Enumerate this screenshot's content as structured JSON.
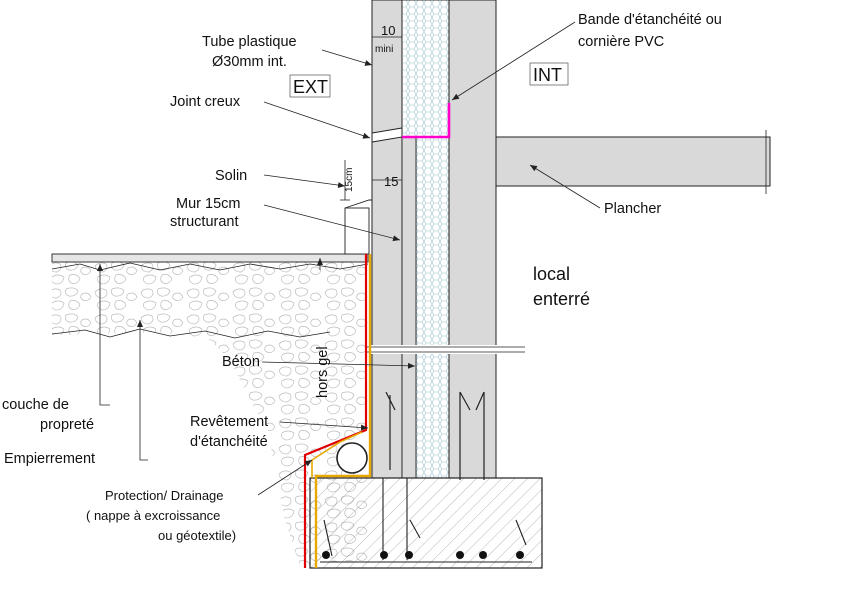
{
  "labels": {
    "tube_1": "Tube plastique",
    "tube_2": "Ø30mm int.",
    "ext": "EXT",
    "int": "INT",
    "joint": "Joint creux",
    "solin": "Solin",
    "mur_1": "Mur 15cm",
    "mur_2": "structurant",
    "bande_1": "Bande d'étanchéité ou",
    "bande_2": "cornière PVC",
    "plancher": "Plancher",
    "local_1": "local",
    "local_2": "enterré",
    "beton": "Béton",
    "hors_gel": "hors gel",
    "couche_1": "couche de",
    "couche_2": "propreté",
    "empierrement": "Empierrement",
    "revetement_1": "Revêtement",
    "revetement_2": "d'étanchéité",
    "protection_1": "Protection/ Drainage",
    "protection_2": "( nappe à excroissance",
    "protection_3": "ou géotextile)"
  },
  "dimensions": {
    "d10": "10",
    "mini": "mini",
    "d15": "15",
    "d15cm": "15cm"
  },
  "colors": {
    "concrete": "#d9d9d9",
    "line": "#222222",
    "waterproofing_red": "#e00000",
    "drainage_yellow": "#e8a800",
    "pvc_magenta": "#ff00cc",
    "insulation": "#eef6f8"
  }
}
